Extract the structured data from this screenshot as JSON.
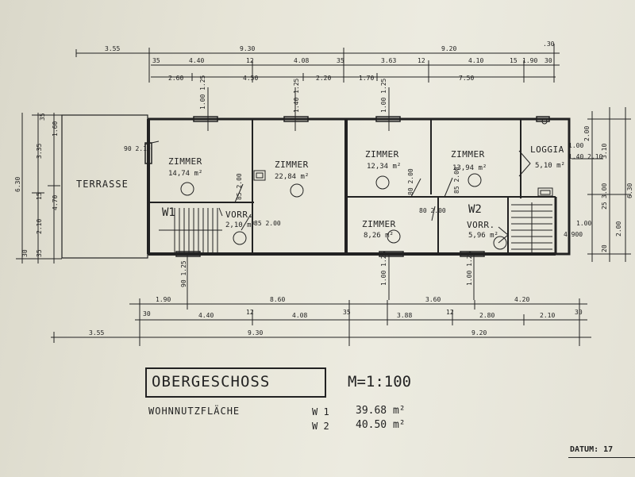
{
  "drawing": {
    "title": "OBERGESCHOSS",
    "scale": "M=1:100",
    "floor_area_label": "WOHNNUTZFLÄCHE",
    "units": [
      {
        "name": "W 1",
        "area": "39.68 m²"
      },
      {
        "name": "W 2",
        "area": "40.50 m²"
      }
    ],
    "datum_label": "DATUM: 17"
  },
  "plan": {
    "terrace": "TERRASSE",
    "unit_tags": [
      "W1",
      "W2"
    ],
    "rooms": [
      {
        "name": "ZIMMER",
        "area": "14,74 m²"
      },
      {
        "name": "ZIMMER",
        "area": "22,84 m²"
      },
      {
        "name": "ZIMMER",
        "area": "12,34 m²"
      },
      {
        "name": "ZIMMER",
        "area": "13,94 m²"
      },
      {
        "name": "ZIMMER",
        "area": "8,26 m²"
      },
      {
        "name": "VORR.",
        "area": "2,10 m²"
      },
      {
        "name": "VORR.",
        "area": "5,96 m²"
      },
      {
        "name": "LOGGIA",
        "area": "5,10 m²"
      }
    ]
  },
  "dimensions": {
    "top_row1": [
      "3.55",
      "9.30",
      "9.20",
      ".30"
    ],
    "top_row2": [
      "35",
      "4.40",
      "12",
      "4.08",
      "35",
      "3.63",
      "12",
      "4.10",
      "15",
      "1.90",
      "30"
    ],
    "top_row3": [
      "2.60",
      "4.50",
      "2.20",
      "1.70",
      "7.50"
    ],
    "bottom_row1": [
      "1.90",
      "8.60",
      "3.60",
      "4.20"
    ],
    "bottom_row2": [
      "30",
      "4.40",
      "12",
      "4.08",
      "35",
      "3.88",
      "12",
      "2.80",
      "2.10",
      "30"
    ],
    "bottom_row3": [
      "3.55",
      "9.30",
      "9.20"
    ],
    "left_col": [
      "35",
      "1.60",
      "3.35",
      "6.30",
      "4.70",
      "15",
      "2.10",
      "35",
      "30"
    ],
    "right_col": [
      "2.00",
      "3.10",
      "6.30",
      "3.00",
      "25",
      "2.00",
      "20",
      "4.900",
      "1.00"
    ],
    "window_top": [
      "1.00 1.25",
      "1.40 1.25",
      "1.00 1.25"
    ],
    "window_bottom": [
      "90 1.25",
      "1.00 1.25",
      "1.00 1.25"
    ],
    "door_labels": [
      "90 2.10",
      "85 2.00",
      "85 2.00",
      "80 2.00",
      "80 2.00",
      "85 2.00",
      "1.40 2.10",
      "1.00"
    ]
  }
}
